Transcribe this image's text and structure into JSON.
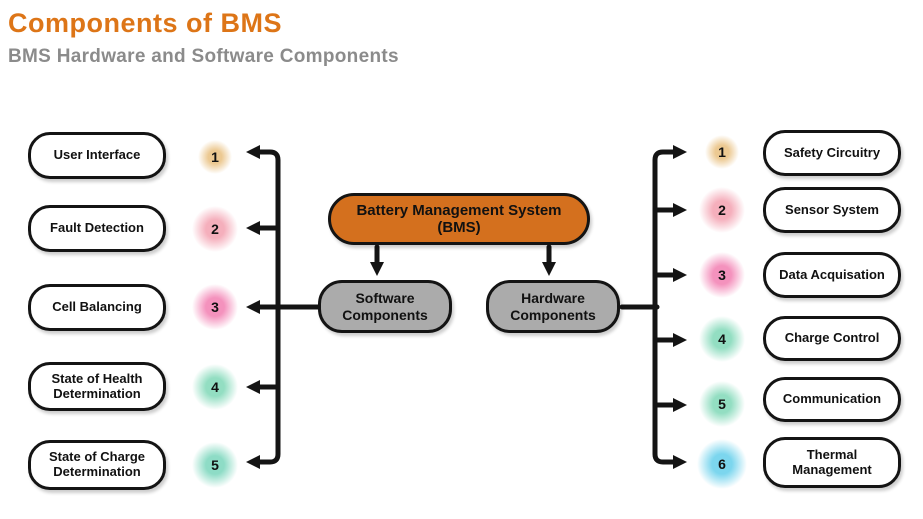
{
  "header": {
    "title": "Components of BMS",
    "subtitle": "BMS Hardware and Software Components",
    "title_color": "#dd7517",
    "subtitle_color": "#8b8b8b"
  },
  "center_node": {
    "line1": "Battery Management System",
    "line2": "(BMS)",
    "fill_color": "#d4701e"
  },
  "software_branch": {
    "line1": "Software",
    "line2": "Components",
    "fill_color": "#ababab"
  },
  "hardware_branch": {
    "line1": "Hardware",
    "line2": "Components",
    "fill_color": "#ababab"
  },
  "software_items": [
    {
      "num": "1",
      "label": "User Interface",
      "badge_color": "#ecc992"
    },
    {
      "num": "2",
      "label": "Fault Detection",
      "badge_color": "#f5afbc"
    },
    {
      "num": "3",
      "label": "Cell Balancing",
      "badge_color": "#f492bd"
    },
    {
      "num": "4",
      "label": "State of Health Determination",
      "badge_color": "#93dec2"
    },
    {
      "num": "5",
      "label": "State of Charge Determination",
      "badge_color": "#8edcc6"
    }
  ],
  "hardware_items": [
    {
      "num": "1",
      "label": "Safety Circuitry",
      "badge_color": "#ecc992"
    },
    {
      "num": "2",
      "label": "Sensor System",
      "badge_color": "#f5afbc"
    },
    {
      "num": "3",
      "label": "Data Acquisation",
      "badge_color": "#f492bd"
    },
    {
      "num": "4",
      "label": "Charge Control",
      "badge_color": "#93dec2"
    },
    {
      "num": "5",
      "label": "Communication",
      "badge_color": "#93dec2"
    },
    {
      "num": "6",
      "label": "Thermal Management",
      "badge_color": "#7cd6ee"
    }
  ],
  "connector_color": "#141414"
}
